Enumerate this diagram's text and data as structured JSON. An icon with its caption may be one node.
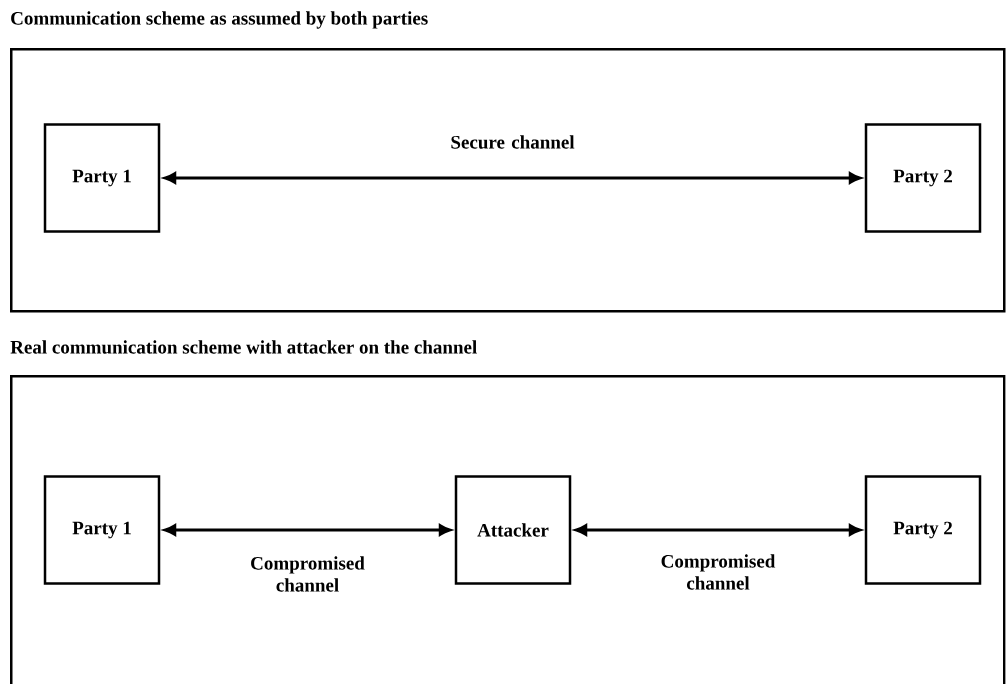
{
  "diagram": {
    "nodes": [
      {
        "text": [
          "Communication scheme as assumed by both parties"
        ]
      },
      {
        "text": [
          "Party 1"
        ],
        "in": 0
      },
      {
        "text": [
          "Party 2"
        ],
        "in": 0
      },
      {
        "text": [
          "Real communication scheme with attacker on the channel"
        ]
      },
      {
        "text": [
          "Party 1"
        ],
        "in": 3
      },
      {
        "text": [
          "Attacker"
        ],
        "in": 3
      },
      {
        "text": [
          "Party 2"
        ],
        "in": 3
      }
    ],
    "edges": [
      {
        "from": 1,
        "to": 2,
        "arrow": "both",
        "label": "Secure channel"
      },
      {
        "from": 4,
        "to": 5,
        "arrow": "both",
        "label": "Compromised channel"
      },
      {
        "from": 5,
        "to": 6,
        "arrow": "both",
        "label": "Compromised channel"
      }
    ]
  }
}
